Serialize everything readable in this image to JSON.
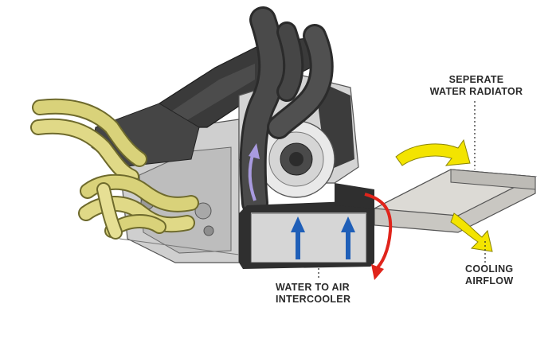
{
  "labels": {
    "radiator": {
      "line1": "SEPERATE",
      "line2": "WATER RADIATOR"
    },
    "intercooler": {
      "line1": "WATER TO AIR",
      "line2": "INTERCOOLER"
    },
    "airflow": {
      "line1": "COOLING",
      "line2": "AIRFLOW"
    }
  },
  "colors": {
    "background": "#ffffff",
    "engine_dark": "#3a3a3a",
    "engine_mid": "#5a5a5a",
    "engine_light": "#cfcfcf",
    "exhaust": "#d9d27a",
    "hose": "#4a4a4a",
    "intercooler_body": "#d6d6d6",
    "intercooler_frame": "#2f2f2f",
    "radiator": "#d9d7d2",
    "air_arrow_blue": "#1f5fb8",
    "intake_arrow_lilac": "#a99be0",
    "water_arrow_red": "#e0241b",
    "airflow_arrow_yellow": "#f3e400",
    "label_text": "#2b2b2b"
  },
  "icons": [
    "cool-air-arrow-icon",
    "hot-water-arrow-icon",
    "airflow-arrow-icon"
  ]
}
